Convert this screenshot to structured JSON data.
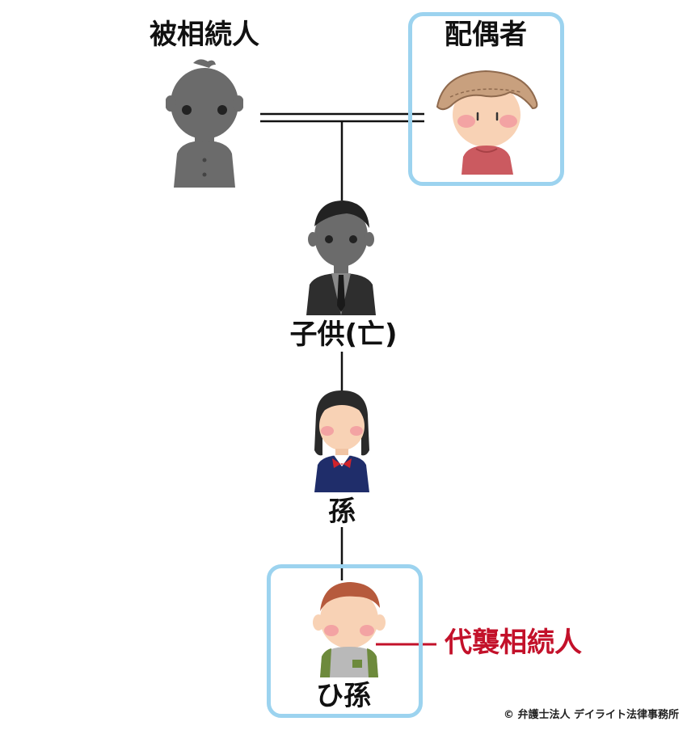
{
  "deceased_label": "被相続人",
  "spouse_label": "配偶者",
  "child_label": "子供(亡)",
  "grandchild_label": "孫",
  "great_grandchild_label": "ひ孫",
  "annotation": "代襲相続人",
  "copyright": "© 弁護士法人 デイライト法律事務所",
  "colors": {
    "box_border": "#9cd3ef",
    "annotation": "#c3112a",
    "deceased_figure": "#6b6b6b"
  }
}
